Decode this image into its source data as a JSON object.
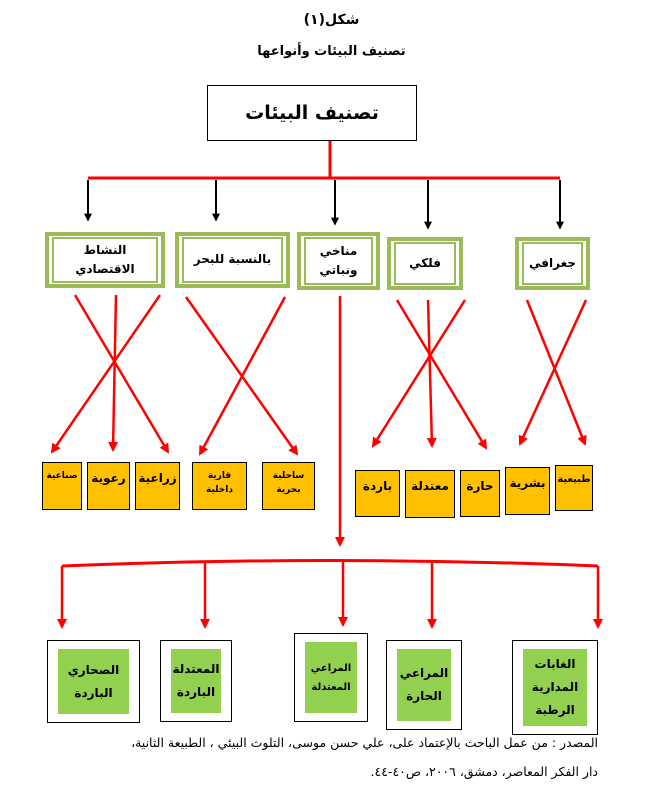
{
  "figure_label": "شكل(١)",
  "figure_title": "تصنيف البيئات وأنواعها",
  "root": "تصنيف البيئات",
  "categories": [
    {
      "label": "النشاط الاقتصادي"
    },
    {
      "label": "بالنسبة للبحر"
    },
    {
      "label": "مناخي ونباتي"
    },
    {
      "label": "فلكي"
    },
    {
      "label": "جغرافي"
    }
  ],
  "economic": [
    "صناعية",
    "رعوية",
    "زراعية"
  ],
  "sea": [
    "قارية داخلية",
    "ساحلية بحرية"
  ],
  "astronomic": [
    "باردة",
    "معتدلة",
    "حارة"
  ],
  "geographic": [
    "بشرية",
    "طبيعية"
  ],
  "climatic": [
    "الصحاري الباردة",
    "المعتدلة الباردة",
    "المراعي المعتدلة",
    "المراعي الحارة",
    "الغابات المدارية الرطبة"
  ],
  "source_line1": "المصدر : من عمل الباحث بالإعتماد على، علي حسن موسى، التلوث البيئي ، الطبيعة الثانية،",
  "source_line2": "دار الفكر المعاصر، دمشق، ٢٠٠٦، ص٤٠-٤٤.",
  "colors": {
    "arrow": "#ff0000",
    "frame": "#9bbb59",
    "leaf": "#ffc000",
    "climate": "#92d050"
  }
}
